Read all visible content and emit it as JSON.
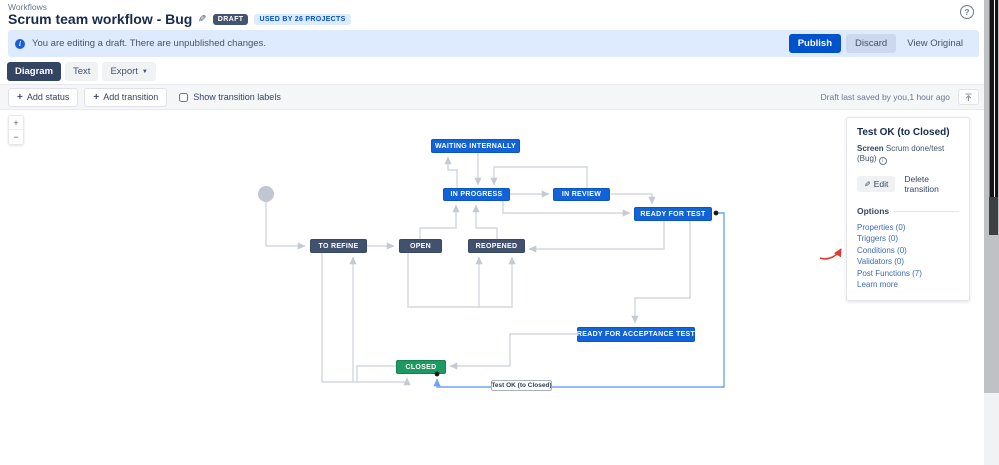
{
  "header": {
    "breadcrumb": "Workflows",
    "title": "Scrum team workflow - Bug",
    "draft_badge": "DRAFT",
    "usage_badge": "USED BY 26 PROJECTS",
    "help_glyph": "?"
  },
  "banner": {
    "message": "You are editing a draft. There are unpublished changes.",
    "publish_label": "Publish",
    "discard_label": "Discard",
    "view_original_label": "View Original"
  },
  "tabs": {
    "diagram": "Diagram",
    "text": "Text",
    "export": "Export"
  },
  "toolbar": {
    "add_status_label": "Add status",
    "add_transition_label": "Add transition",
    "show_labels_label": "Show transition labels",
    "saved_status": "Draft last saved by you,1 hour ago"
  },
  "canvas": {
    "zoom_in": "+",
    "zoom_out": "−",
    "transition_label": "Test OK (to Closed)",
    "nodes": [
      {
        "label": "WAITING INTERNALLY",
        "category": "in-progress-blue"
      },
      {
        "label": "IN PROGRESS",
        "category": "in-progress-blue"
      },
      {
        "label": "IN REVIEW",
        "category": "in-progress-blue"
      },
      {
        "label": "READY FOR TEST",
        "category": "in-progress-blue"
      },
      {
        "label": "TO REFINE",
        "category": "todo-navy"
      },
      {
        "label": "OPEN",
        "category": "todo-navy"
      },
      {
        "label": "REOPENED",
        "category": "todo-navy"
      },
      {
        "label": "READY FOR ACCEPTANCE TEST",
        "category": "in-progress-blue"
      },
      {
        "label": "CLOSED",
        "category": "done-green"
      }
    ]
  },
  "panel": {
    "title": "Test OK (to Closed)",
    "screen_label": "Screen",
    "screen_value": "Scrum done/test (Bug)",
    "edit_label": "Edit",
    "delete_label": "Delete transition",
    "options_label": "Options",
    "links": [
      "Properties (0)",
      "Triggers (0)",
      "Conditions (0)",
      "Validators (0)",
      "Post Functions (7)",
      "Learn more"
    ]
  },
  "colors": {
    "status_blue": "#1263d8",
    "status_navy": "#42526e",
    "status_green": "#1d9a60",
    "selected_transition": "#6ea3f5",
    "edge_gray": "#d3d7dd",
    "primary_button": "#0052cc",
    "banner_bg": "#deebff",
    "annotation_red": "#e23b2e"
  }
}
